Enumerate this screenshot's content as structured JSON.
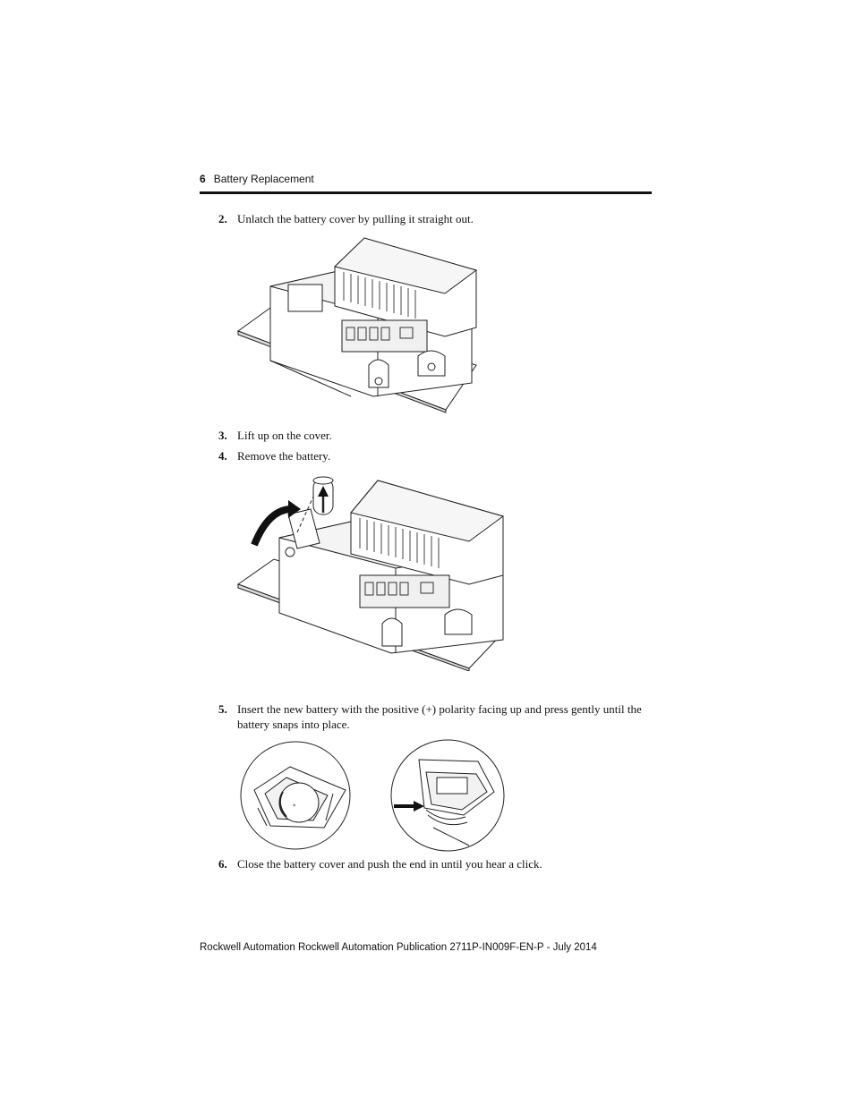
{
  "header": {
    "page_number": "6",
    "section_title": "Battery Replacement"
  },
  "steps": [
    {
      "num": "2.",
      "text": "Unlatch the battery cover by pulling it straight out."
    },
    {
      "num": "3.",
      "text": "Lift up on the cover."
    },
    {
      "num": "4.",
      "text": "Remove the battery."
    },
    {
      "num": "5.",
      "text": "Insert the new battery with the positive (+) polarity facing up and press gently until the battery snaps into place."
    },
    {
      "num": "6.",
      "text": "Close the battery cover and push the end in until you hear a click."
    }
  ],
  "footer": {
    "text": "Rockwell Automation Rockwell Automation Publication 2711P-IN009F-EN-P - July 2014"
  }
}
